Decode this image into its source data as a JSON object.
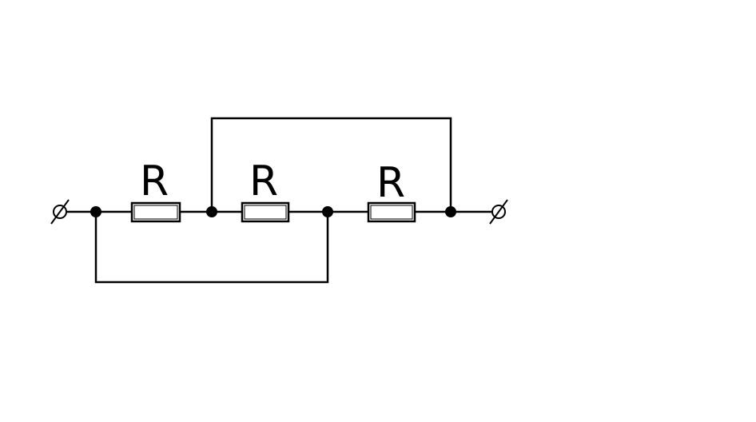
{
  "colors": {
    "stroke": "#000000",
    "background": "#ffffff"
  },
  "resistors": [
    {
      "label": "R"
    },
    {
      "label": "R"
    },
    {
      "label": "R"
    }
  ],
  "terminals": [
    {
      "icon": "terminal-left-icon"
    },
    {
      "icon": "terminal-right-icon"
    }
  ]
}
